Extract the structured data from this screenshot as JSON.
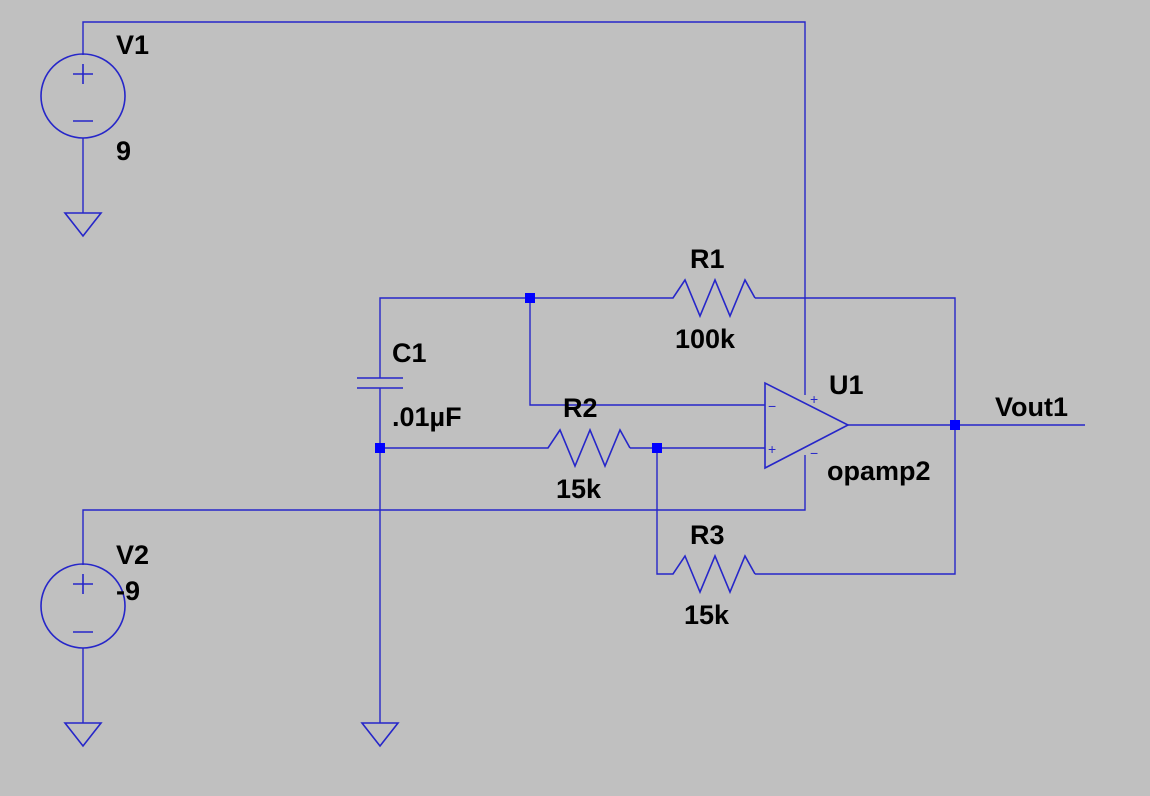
{
  "components": {
    "v1": {
      "ref": "V1",
      "value": "9"
    },
    "v2": {
      "ref": "V2",
      "value": "-9"
    },
    "r1": {
      "ref": "R1",
      "value": "100k"
    },
    "r2": {
      "ref": "R2",
      "value": "15k"
    },
    "r3": {
      "ref": "R3",
      "value": "15k"
    },
    "c1": {
      "ref": "C1",
      "value": ".01µF"
    },
    "u1": {
      "ref": "U1",
      "value": "opamp2"
    }
  },
  "net_labels": {
    "output": "Vout1"
  },
  "pin_marks": {
    "plus": "+",
    "minus": "−"
  },
  "colors": {
    "background": "#c0c0c0",
    "wire": "#2626c9",
    "junction": "#0000ff",
    "text": "#000000"
  }
}
